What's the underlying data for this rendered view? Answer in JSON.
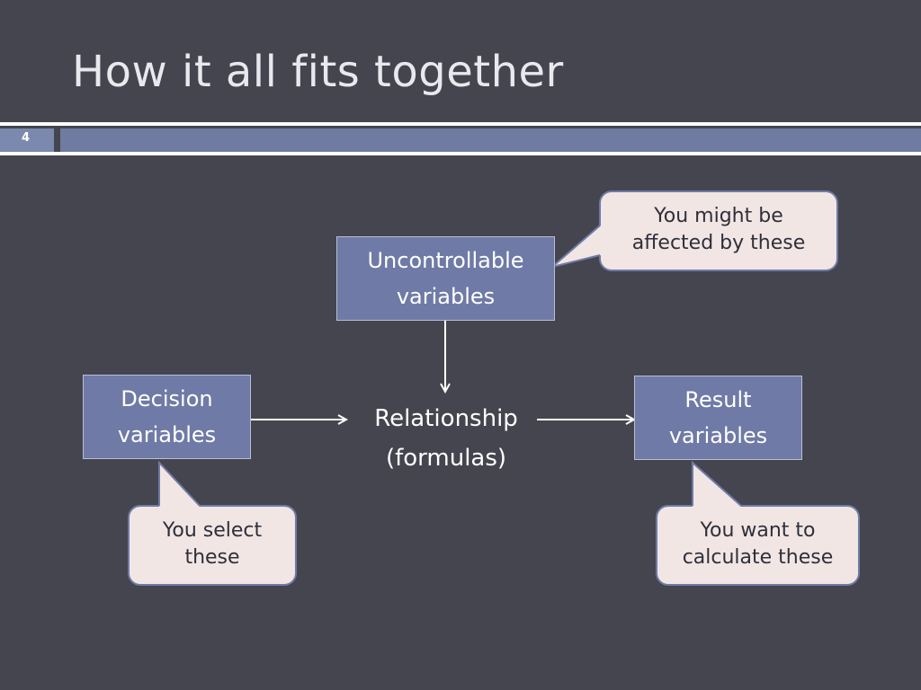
{
  "slide": {
    "title": "How it all fits together",
    "page_number": "4"
  },
  "diagram": {
    "uncontrollable": {
      "line1": "Uncontrollable",
      "line2": "variables"
    },
    "decision": {
      "line1": "Decision",
      "line2": "variables"
    },
    "relationship": {
      "line1": "Relationship",
      "line2": "(formulas)"
    },
    "result": {
      "line1": "Result",
      "line2": "variables"
    }
  },
  "callouts": {
    "uncontrollable": {
      "line1": "You might be",
      "line2": "affected by these"
    },
    "decision": {
      "line1": "You select",
      "line2": "these"
    },
    "result": {
      "line1": "You want to",
      "line2": "calculate these"
    }
  },
  "colors": {
    "background": "#45454f",
    "box_fill": "#6f7aa6",
    "callout_fill": "#f1e6e4",
    "band": "#6f7ba0"
  }
}
